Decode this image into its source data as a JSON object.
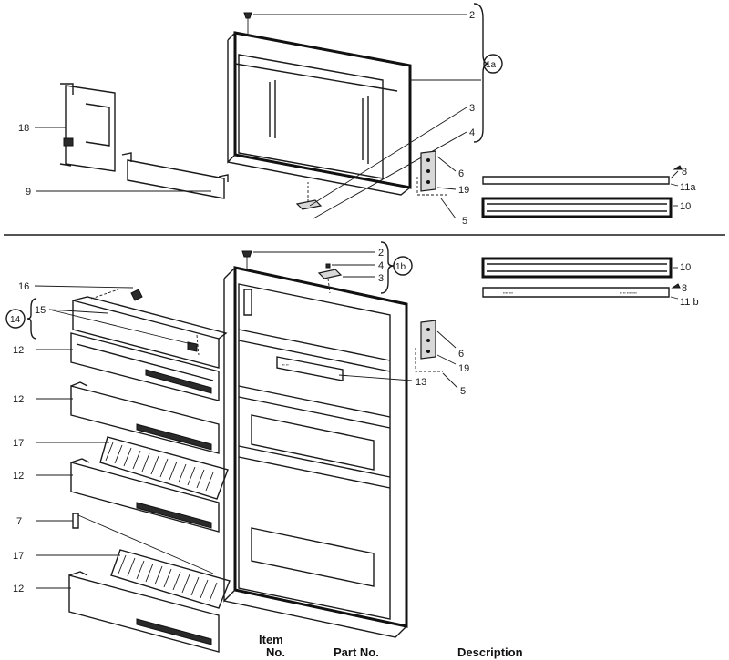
{
  "labels": {
    "top": {
      "c1a": "1a",
      "n2": "2",
      "n3": "3",
      "n4": "4",
      "n6": "6",
      "n8": "8",
      "n11a": "11a",
      "n18": "18",
      "n9": "9",
      "n19": "19",
      "n5": "5",
      "n10": "10"
    },
    "bottom": {
      "c1b": "1b",
      "n2": "2",
      "n4": "4",
      "n3": "3",
      "n10": "10",
      "n8": "8",
      "n11b": "11 b",
      "n16": "16",
      "n15": "15",
      "c14": "14",
      "n12a": "12",
      "n6": "6",
      "n19": "19",
      "n13": "13",
      "n12b": "12",
      "n5": "5",
      "n17a": "17",
      "n12c": "12",
      "n7": "7",
      "n17b": "17",
      "n12d": "12"
    }
  },
  "table_header": {
    "item": "Item",
    "no": "No.",
    "part_no": "Part No.",
    "description": "Description"
  }
}
